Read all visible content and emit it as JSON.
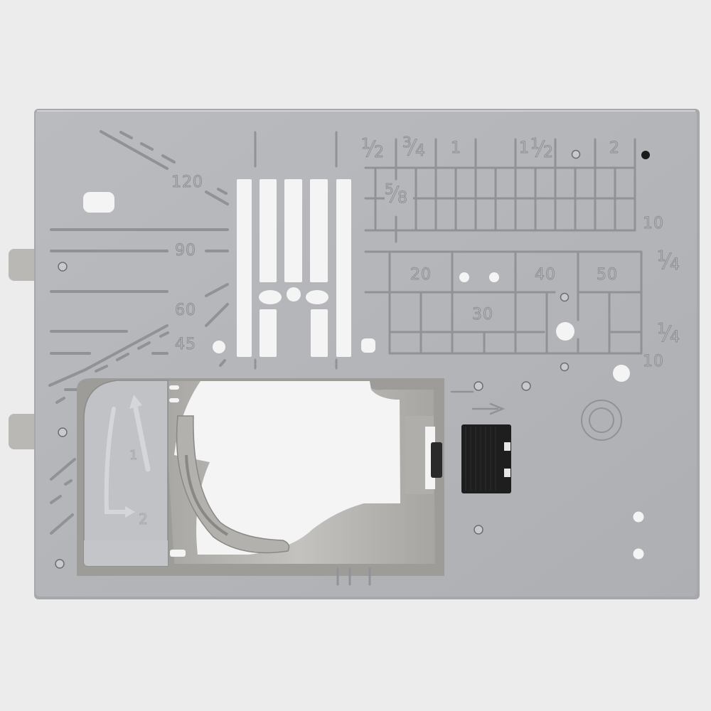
{
  "image": {
    "subject": "Sewing machine needle plate (stitch plate)",
    "background_color": "#ececec",
    "plate_color": "#b4b6ba",
    "plate_edge_color": "#a2a4a8",
    "engraving_color": "#8e9094",
    "hole_color": "#f4f4f4",
    "lever_color": "#1e1e1e"
  },
  "angle_labels": {
    "a120": "120",
    "a90": "90",
    "a60": "60",
    "a45": "45"
  },
  "inch_scale": {
    "half": {
      "n": "1",
      "d": "2"
    },
    "three_quarter": {
      "n": "3",
      "d": "4"
    },
    "one": "1",
    "one_half_whole": "1",
    "one_half": {
      "n": "1",
      "d": "2"
    },
    "two": "2",
    "five_eighths": {
      "n": "5",
      "d": "8"
    },
    "ten_top": "10"
  },
  "metric_scale": {
    "m20": "20",
    "m30": "30",
    "m40": "40",
    "m50": "50",
    "quarter_top": {
      "n": "1",
      "d": "4"
    },
    "quarter_bottom": {
      "n": "1",
      "d": "4"
    },
    "ten_bottom": "10"
  },
  "bobbin_cover": {
    "step1": "1",
    "step2": "2"
  }
}
